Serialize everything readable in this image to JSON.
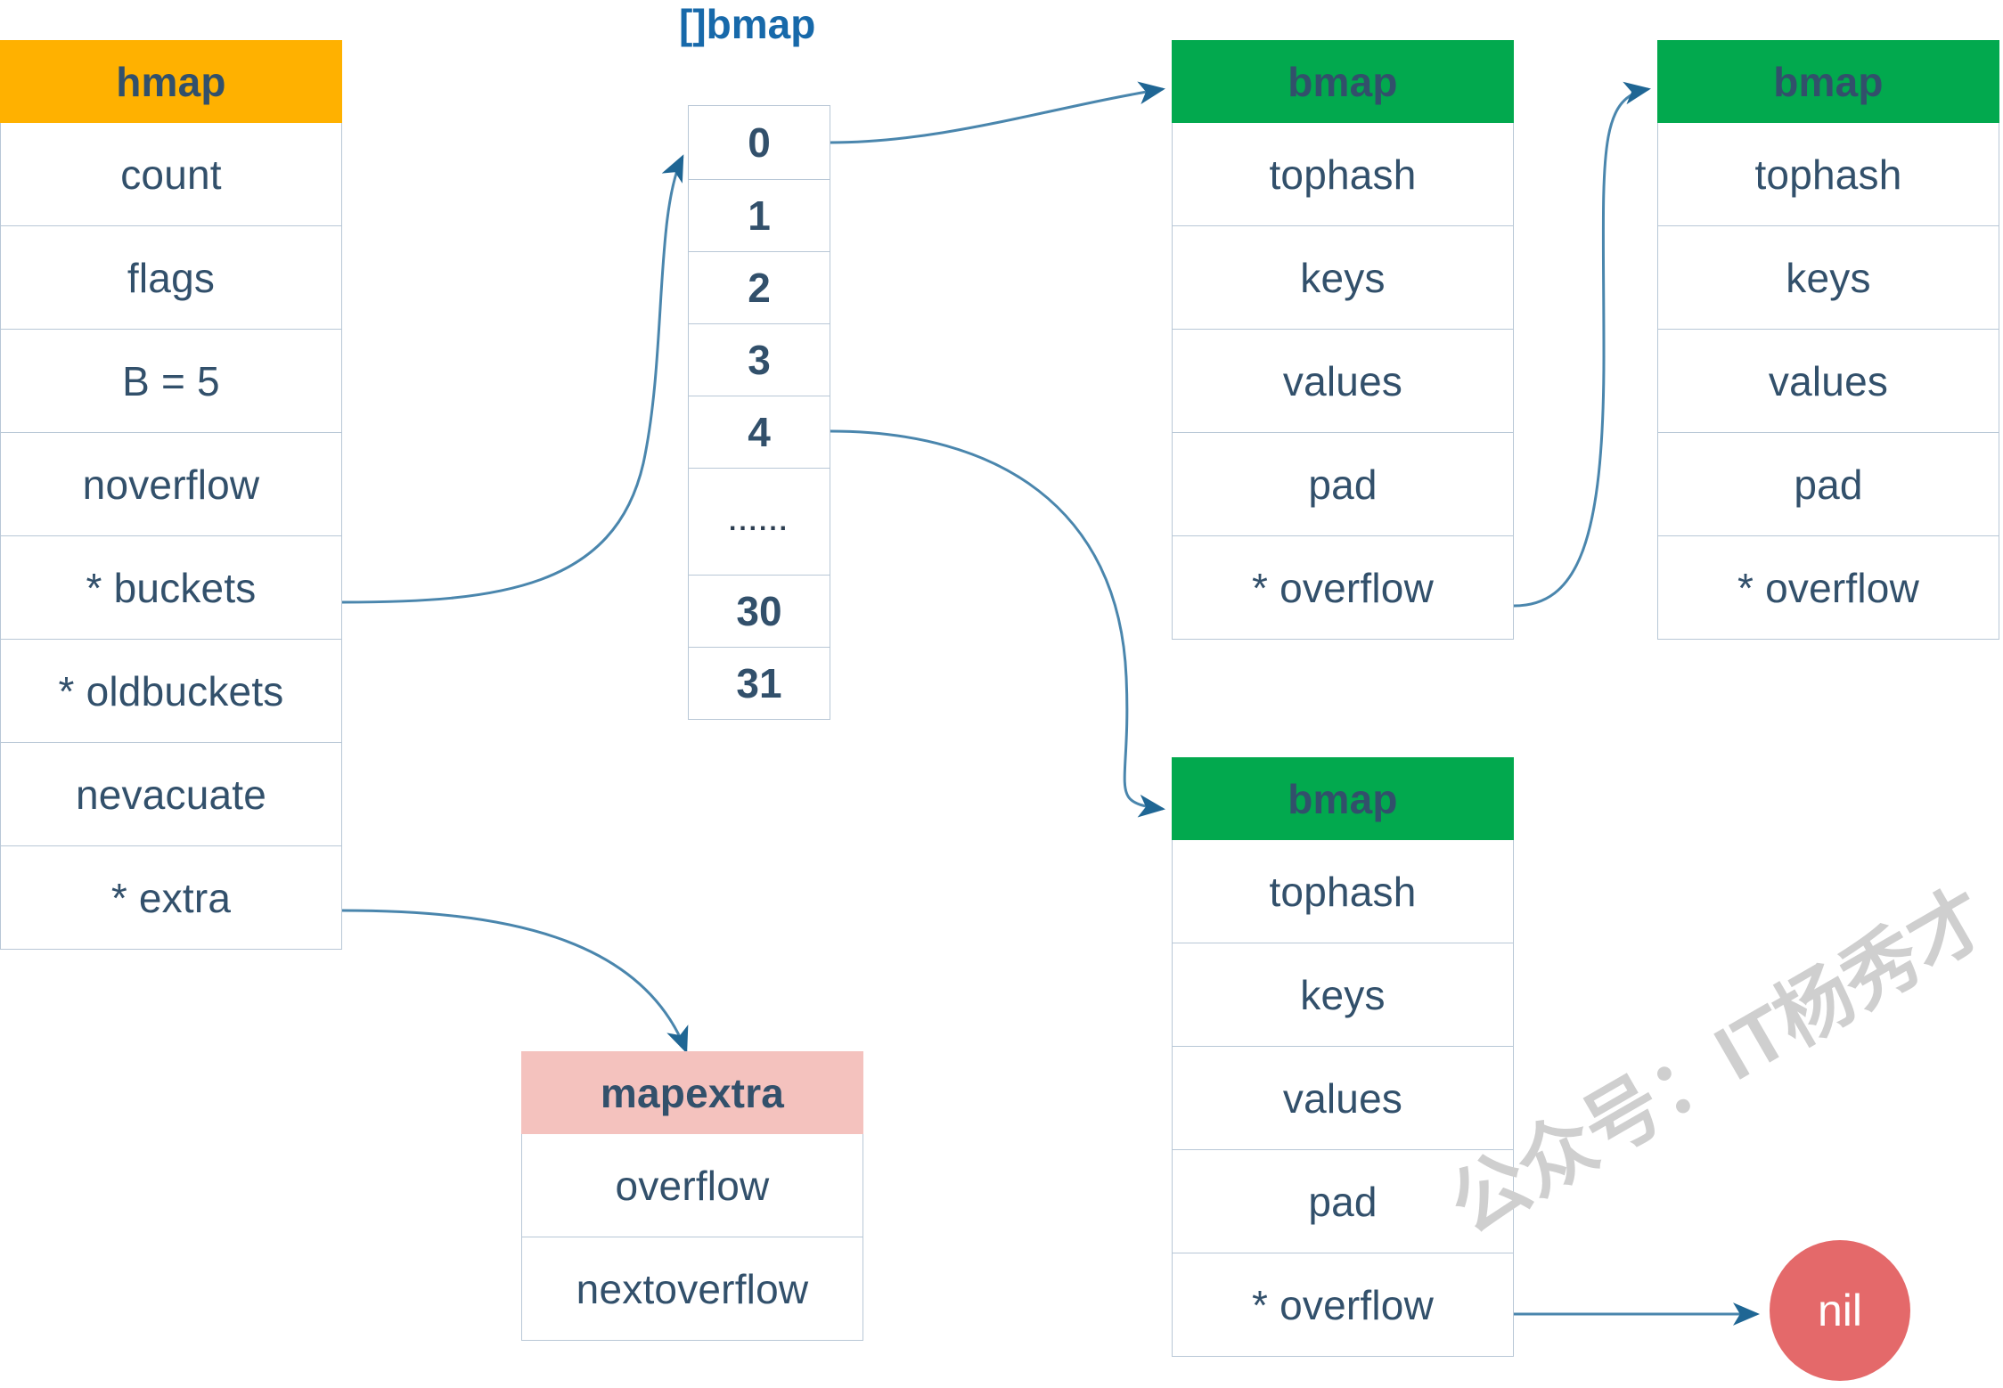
{
  "colors": {
    "hmap_header": "#ffb100",
    "bmap_header": "#02a94e",
    "mapextra_header": "#f4c2be",
    "nil_fill": "#e4696a",
    "text": "#32506b",
    "border": "#b8c7d6",
    "arrow": "#4a86ad",
    "title": "#1769aa",
    "watermark": "#cfcfcf"
  },
  "hmap": {
    "title": "hmap",
    "fields": [
      "count",
      "flags",
      "B = 5",
      "noverflow",
      "* buckets",
      "* oldbuckets",
      "nevacuate",
      "* extra"
    ]
  },
  "bucket_array": {
    "title": "[]bmap",
    "cells": [
      "0",
      "1",
      "2",
      "3",
      "4",
      "......",
      "30",
      "31"
    ]
  },
  "bmap_1": {
    "title": "bmap",
    "fields": [
      "tophash",
      "keys",
      "values",
      "pad",
      "* overflow"
    ]
  },
  "bmap_2": {
    "title": "bmap",
    "fields": [
      "tophash",
      "keys",
      "values",
      "pad",
      "* overflow"
    ]
  },
  "bmap_3": {
    "title": "bmap",
    "fields": [
      "tophash",
      "keys",
      "values",
      "pad",
      "* overflow"
    ]
  },
  "mapextra": {
    "title": "mapextra",
    "fields": [
      "overflow",
      "nextoverflow"
    ]
  },
  "nil_node": {
    "label": "nil"
  },
  "watermark": {
    "text": "公众号：IT杨秀才"
  }
}
